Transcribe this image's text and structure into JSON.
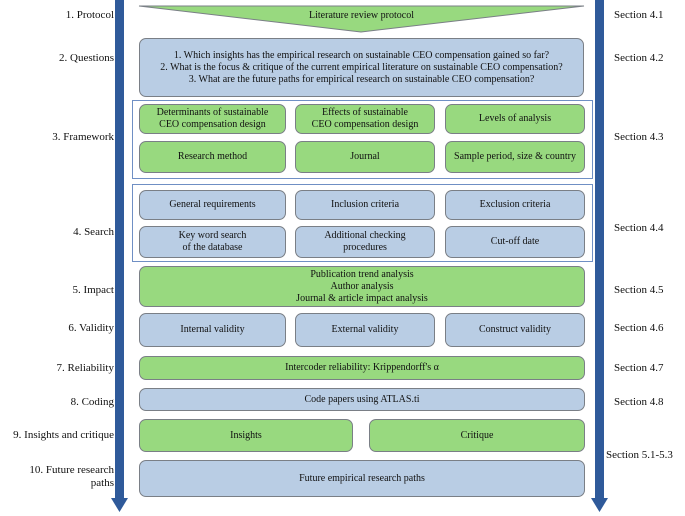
{
  "steps": [
    "1. Protocol",
    "2. Questions",
    "3. Framework",
    "4. Search",
    "5. Impact",
    "6. Validity",
    "7. Reliability",
    "8. Coding",
    "9. Insights and critique",
    "10. Future research\npaths"
  ],
  "sections": [
    "Section 4.1",
    "Section 4.2",
    "Section 4.3",
    "Section 4.4",
    "Section 4.5",
    "Section 4.6",
    "Section 4.7",
    "Section 4.8",
    "Section 5.1-5.3"
  ],
  "protocol": "Literature review protocol",
  "questions": "1. Which insights has the empirical research on sustainable CEO compensation gained so far?\n2. What is the focus & critique of the current empirical literature on sustainable CEO compensation?\n3. What are the future paths for empirical research on sustainable CEO compensation?",
  "framework": [
    "Determinants of sustainable\nCEO compensation design",
    "Effects of sustainable\nCEO compensation design",
    "Levels of analysis",
    "Research method",
    "Journal",
    "Sample period, size & country"
  ],
  "search": [
    "General requirements",
    "Inclusion criteria",
    "Exclusion criteria",
    "Key word search\nof the database",
    "Additional checking\nprocedures",
    "Cut-off date"
  ],
  "impact": "Publication trend analysis\nAuthor analysis\nJournal & article impact analysis",
  "validity": [
    "Internal validity",
    "External validity",
    "Construct validity"
  ],
  "reliability": "Intercoder reliability: Krippendorff's α",
  "coding": "Code papers using ATLAS.ti",
  "insights": "Insights",
  "critique": "Critique",
  "future": "Future empirical research paths",
  "colors": {
    "blue_box": "#b9cde4",
    "green_box": "#98d97f",
    "arrow": "#2f5a9a"
  }
}
